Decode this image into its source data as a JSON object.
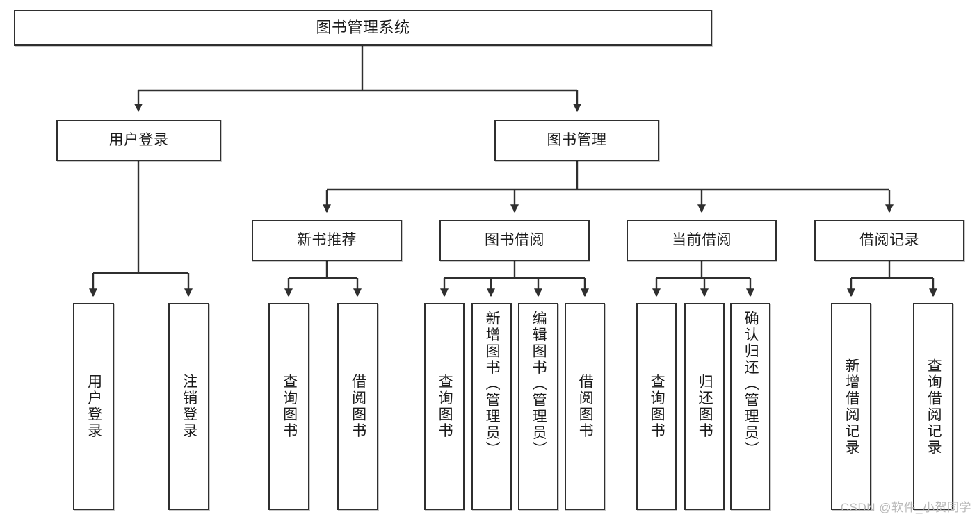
{
  "diagram": {
    "title": "图书管理系统",
    "type": "tree-hierarchy",
    "watermark": "CSDN @软件_小贺同学",
    "colors": {
      "border": "#2f2f2f",
      "background": "#ffffff",
      "text": "#1a1a1a",
      "connector": "#2f2f2f",
      "watermark": "#b9b9b9"
    },
    "root": {
      "id": "root",
      "label": "图书管理系统"
    },
    "level2": [
      {
        "id": "l2-0",
        "label": "用户登录"
      },
      {
        "id": "l2-1",
        "label": "图书管理"
      }
    ],
    "level3": [
      {
        "id": "l3-0",
        "label": "新书推荐"
      },
      {
        "id": "l3-1",
        "label": "图书借阅"
      },
      {
        "id": "l3-2",
        "label": "当前借阅"
      },
      {
        "id": "l3-3",
        "label": "借阅记录"
      }
    ],
    "leaves": {
      "user_login": [
        {
          "id": "leaf-0",
          "label": "用户登录"
        },
        {
          "id": "leaf-1",
          "label": "注销登录"
        }
      ],
      "new_book_recommend": [
        {
          "id": "leaf-2",
          "label": "查询图书"
        },
        {
          "id": "leaf-3",
          "label": "借阅图书"
        }
      ],
      "book_borrow": [
        {
          "id": "leaf-4",
          "label": "查询图书"
        },
        {
          "id": "leaf-5",
          "label": "新增图书（管理员）"
        },
        {
          "id": "leaf-6",
          "label": "编辑图书（管理员）"
        },
        {
          "id": "leaf-7",
          "label": "借阅图书"
        }
      ],
      "current_borrow": [
        {
          "id": "leaf-8",
          "label": "查询图书"
        },
        {
          "id": "leaf-9",
          "label": "归还图书"
        },
        {
          "id": "leaf-10",
          "label": "确认归还（管理员）"
        }
      ],
      "borrow_record": [
        {
          "id": "leaf-11",
          "label": "新增借阅记录"
        },
        {
          "id": "leaf-12",
          "label": "查询借阅记录"
        }
      ]
    }
  }
}
